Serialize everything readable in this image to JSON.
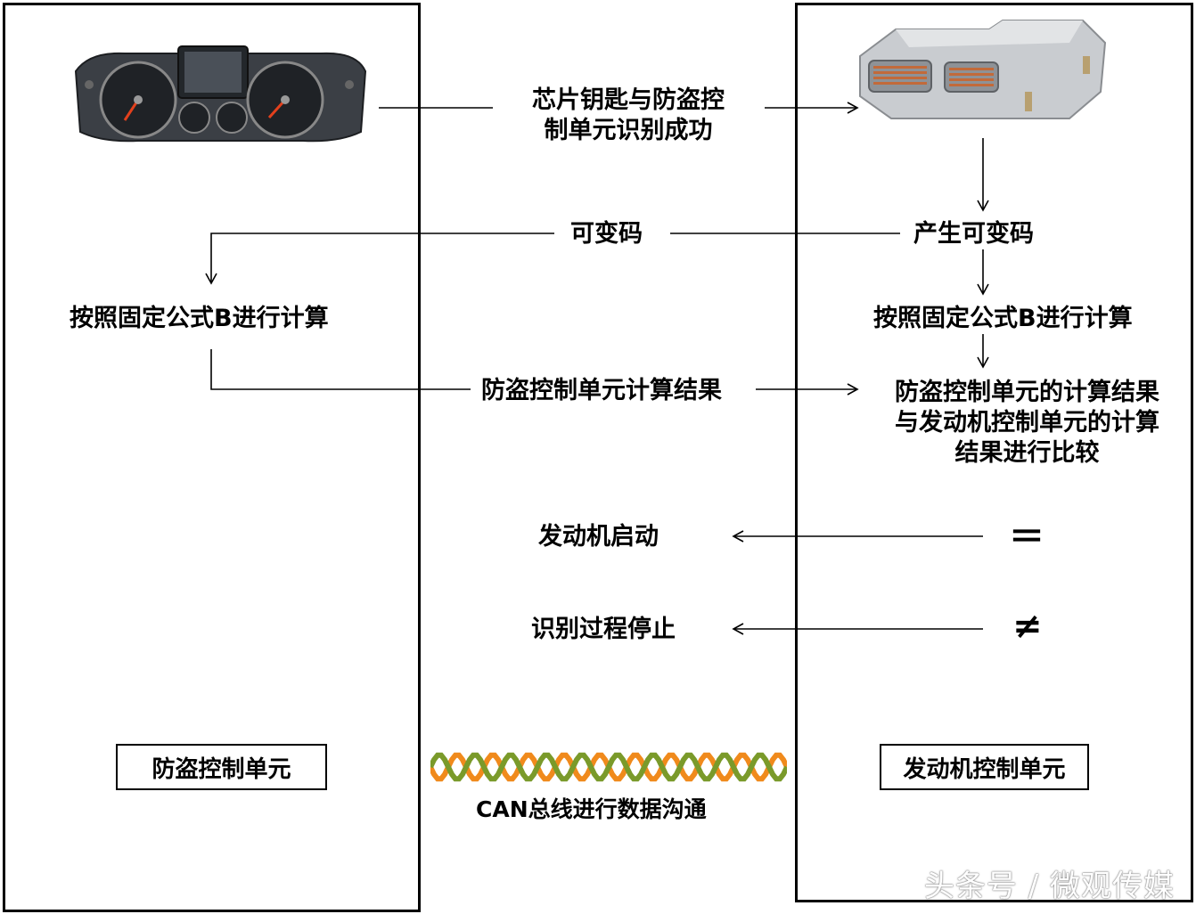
{
  "left_unit": {
    "label": "防盗控制单元"
  },
  "right_unit": {
    "label": "发动机控制单元"
  },
  "steps": {
    "identify_success": [
      "芯片钥匙与防盗控",
      "制单元识别成功"
    ],
    "variable_code": "可变码",
    "generate_variable_code": "产生可变码",
    "calc_left": "按照固定公式B进行计算",
    "calc_right": "按照固定公式B进行计算",
    "immo_result": "防盗控制单元计算结果",
    "compare": [
      "防盗控制单元的计算结果",
      "与发动机控制单元的计算",
      "结果进行比较"
    ],
    "engine_start": "发动机启动",
    "equal_symbol": "＝",
    "process_stop": "识别过程停止",
    "not_equal_symbol": "≠"
  },
  "can_bus": {
    "label": "CAN总线进行数据沟通",
    "colors": [
      "#f08a1c",
      "#7a9a2a"
    ]
  },
  "watermark": "头条号 / 微观传媒",
  "icons": {
    "left_image": "instrument-cluster-icon",
    "right_image": "engine-control-unit-icon"
  }
}
